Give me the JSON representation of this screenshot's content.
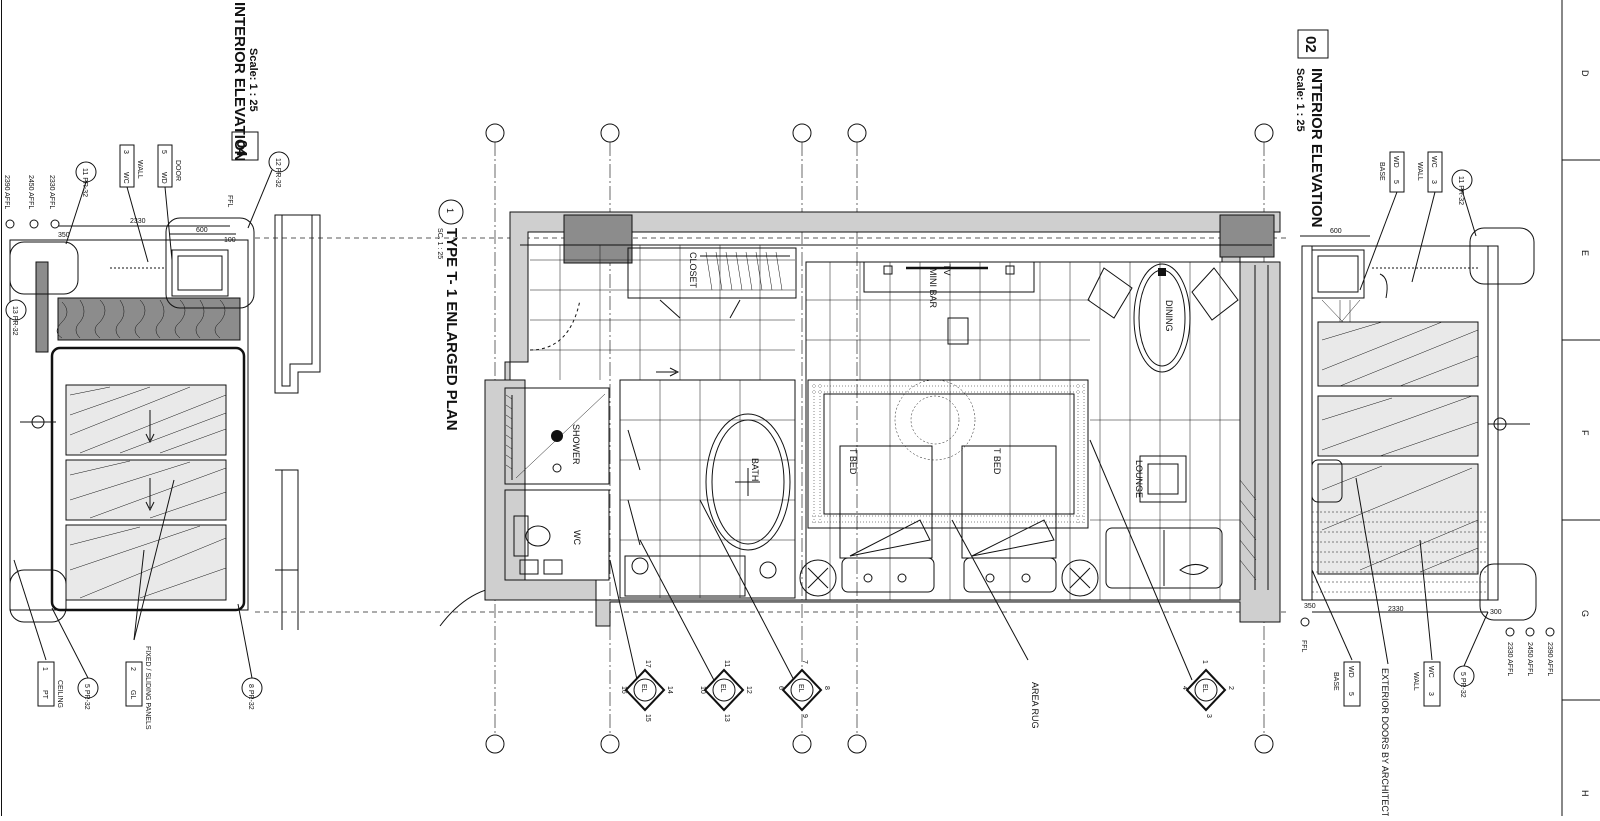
{
  "drawing": {
    "plan": {
      "number": "1",
      "title": "TYPE T- 1 ENLARGED PLAN",
      "scale": "SC. 1 : 25",
      "rooms": {
        "closet": "CLOSET",
        "mini_bar": "MINI BAR",
        "tv": "TV",
        "dining": "DINING",
        "shower": "SHOWER",
        "bath": "BATH",
        "wc": "WC",
        "bed_1": "T BED",
        "bed_2": "T BED",
        "lounge": "LOUNGE",
        "area_rug": "AREA RUG"
      },
      "elevation_markers": [
        {
          "label": "EL",
          "numbers": [
            "14",
            "15",
            "16",
            "17"
          ]
        },
        {
          "label": "EL",
          "numbers": [
            "12",
            "13",
            "10",
            "11"
          ]
        },
        {
          "label": "EL",
          "numbers": [
            "8",
            "9",
            "6",
            "7"
          ]
        },
        {
          "label": "EL",
          "numbers": [
            "1",
            "2",
            "3",
            "4"
          ]
        }
      ]
    },
    "elevation_04": {
      "number": "04",
      "title": "INTERIOR ELEVATION",
      "scale": "Scale: 1 : 25",
      "dims": [
        "2330",
        "600",
        "350",
        "100"
      ],
      "levels": [
        "2390 AFFL",
        "2450 AFFL",
        "2330 AFFL",
        "FFL"
      ],
      "tags": [
        {
          "code": "WC",
          "num": "3",
          "desc": "WALL"
        },
        {
          "code": "WD",
          "num": "5",
          "desc": "DOOR"
        },
        {
          "code": "PT",
          "num": "1",
          "desc": "CEILING"
        },
        {
          "code": "GL",
          "num": "2",
          "desc": "FIXED / SLIDING PANELS"
        }
      ],
      "callouts": [
        "11\nPR-32",
        "12\nPR-32",
        "13\nPR-32",
        "5\nPR-32",
        "8\nPR-32"
      ]
    },
    "elevation_02": {
      "number": "02",
      "title": "INTERIOR ELEVATION",
      "scale": "Scale: 1 : 25",
      "dims": [
        "600",
        "2330",
        "350",
        "300"
      ],
      "levels": [
        "2390 AFFL",
        "2450 AFFL",
        "2330 AFFL",
        "FFL"
      ],
      "tags": [
        {
          "code": "WD",
          "num": "5",
          "desc": "BASE"
        },
        {
          "code": "WC",
          "num": "3",
          "desc": "WALL"
        },
        {
          "code": "WD",
          "num": "5",
          "desc": "BASE"
        },
        {
          "code": "WC",
          "num": "3",
          "desc": "WALL"
        }
      ],
      "note": "EXTERIOR DOORS BY ARCHITECT",
      "callouts": [
        "11\nPR-32",
        "5\nPR-32"
      ]
    },
    "sheet_grid": [
      "D",
      "E",
      "F",
      "G",
      "H"
    ]
  }
}
